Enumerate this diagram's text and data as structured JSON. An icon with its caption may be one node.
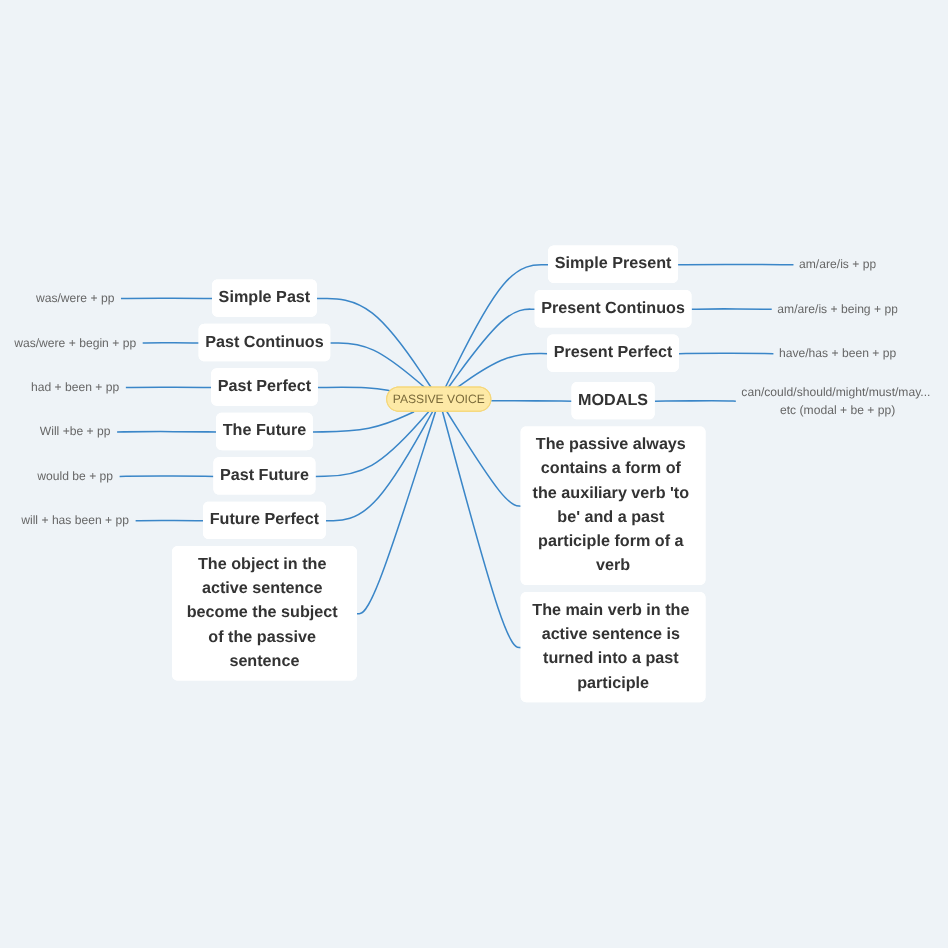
{
  "diagram": {
    "nodes": [
      {
        "text": [
          "PASSIVE VOICE"
        ]
      },
      {
        "text": [
          "Simple Past"
        ]
      },
      {
        "text": [
          "was/were + pp"
        ]
      },
      {
        "text": [
          "Past Continuos"
        ]
      },
      {
        "text": [
          "was/were + begin + pp"
        ]
      },
      {
        "text": [
          "Past Perfect"
        ]
      },
      {
        "text": [
          "had + been + pp"
        ]
      },
      {
        "text": [
          "The Future"
        ]
      },
      {
        "text": [
          "Will +be + pp"
        ]
      },
      {
        "text": [
          "Past Future"
        ]
      },
      {
        "text": [
          "would be + pp"
        ]
      },
      {
        "text": [
          "Future Perfect"
        ]
      },
      {
        "text": [
          "will + has been + pp"
        ]
      },
      {
        "text": [
          "The object in the active sentence become the subject of the passive sentence"
        ]
      },
      {
        "text": [
          "Simple Present"
        ]
      },
      {
        "text": [
          "am/are/is + pp"
        ]
      },
      {
        "text": [
          "Present Continuos"
        ]
      },
      {
        "text": [
          "am/are/is + being + pp"
        ]
      },
      {
        "text": [
          "Present Perfect"
        ]
      },
      {
        "text": [
          "have/has + been + pp"
        ]
      },
      {
        "text": [
          "MODALS"
        ]
      },
      {
        "text": [
          "can/could/should/might/must/may... etc (modal + be + pp)"
        ]
      },
      {
        "text": [
          "The passive always contains a form of the auxiliary verb 'to be' and a past participle form of a verb"
        ]
      },
      {
        "text": [
          "The main verb in the active sentence is turned into a past participle"
        ]
      }
    ],
    "edges": [
      {
        "from": 1,
        "to": 0,
        "arrow": "none"
      },
      {
        "from": 2,
        "to": 1,
        "arrow": "none"
      },
      {
        "from": 3,
        "to": 0,
        "arrow": "none"
      },
      {
        "from": 4,
        "to": 3,
        "arrow": "none"
      },
      {
        "from": 5,
        "to": 0,
        "arrow": "none"
      },
      {
        "from": 6,
        "to": 5,
        "arrow": "none"
      },
      {
        "from": 7,
        "to": 0,
        "arrow": "none"
      },
      {
        "from": 8,
        "to": 7,
        "arrow": "none"
      },
      {
        "from": 9,
        "to": 0,
        "arrow": "none"
      },
      {
        "from": 10,
        "to": 9,
        "arrow": "none"
      },
      {
        "from": 11,
        "to": 0,
        "arrow": "none"
      },
      {
        "from": 12,
        "to": 11,
        "arrow": "none"
      },
      {
        "from": 13,
        "to": 0,
        "arrow": "none"
      },
      {
        "from": 0,
        "to": 14,
        "arrow": "none"
      },
      {
        "from": 14,
        "to": 15,
        "arrow": "none"
      },
      {
        "from": 0,
        "to": 16,
        "arrow": "none"
      },
      {
        "from": 16,
        "to": 17,
        "arrow": "none"
      },
      {
        "from": 0,
        "to": 18,
        "arrow": "none"
      },
      {
        "from": 18,
        "to": 19,
        "arrow": "none"
      },
      {
        "from": 0,
        "to": 20,
        "arrow": "none"
      },
      {
        "from": 20,
        "to": 21,
        "arrow": "none"
      },
      {
        "from": 0,
        "to": 22,
        "arrow": "none"
      },
      {
        "from": 0,
        "to": 23,
        "arrow": "none"
      }
    ]
  }
}
